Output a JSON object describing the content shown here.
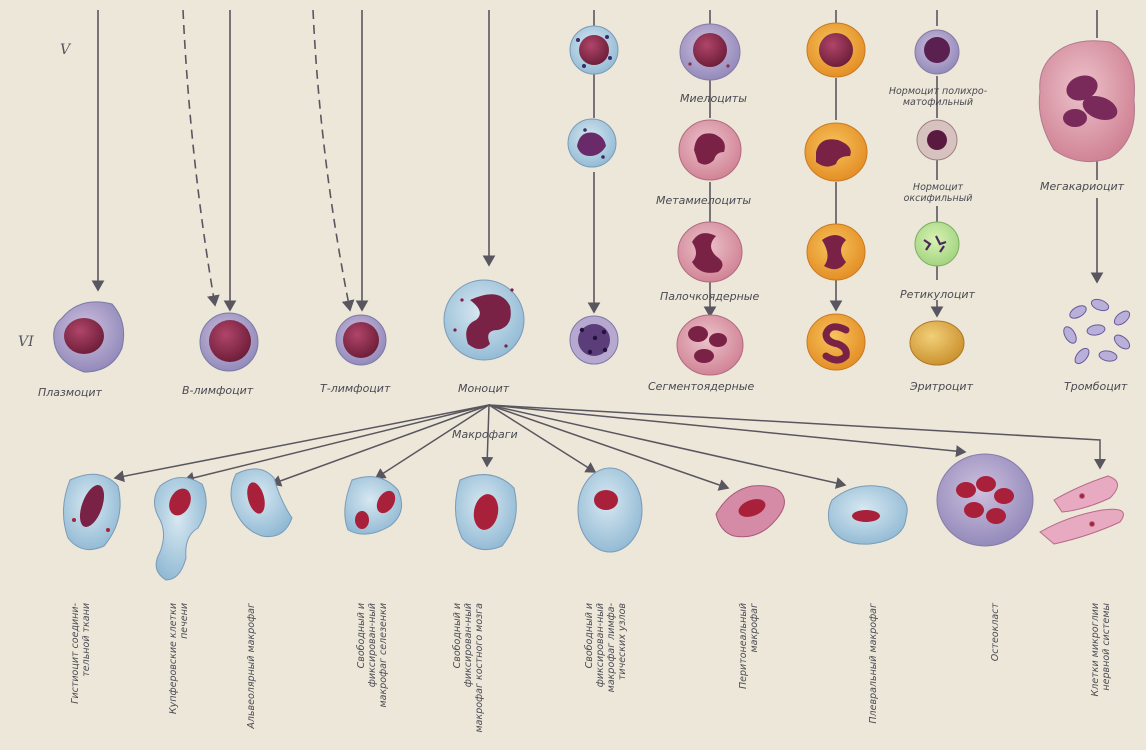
{
  "stages": {
    "v": "V",
    "vi": "VI"
  },
  "mature_cells": {
    "plasmocyte": "Плазмоцит",
    "b_lymphocyte": "В-лимфоцит",
    "t_lymphocyte": "Т-лимфоцит",
    "monocyte": "Моноцит",
    "segmented": "Сегментоядерные",
    "erythrocyte": "Эритроцит",
    "thrombocyte": "Тромбоцит"
  },
  "granulocyte_series": {
    "myelocytes": "Миелоциты",
    "metamyelocytes": "Метамиелоциты",
    "band": "Палочкоядерные"
  },
  "erythroid_series": {
    "polychromatophilic": "Нормоцит полихро-матофильный",
    "oxyphilic": "Нормоцит оксифильный",
    "reticulocyte": "Ретикулоцит"
  },
  "megakaryocyte": "Мегакариоцит",
  "macrophages_label": "Макрофаги",
  "macrophage_types": [
    "Гистиоцит соедини-тельной ткани",
    "Купферовские клетки печени",
    "Альвеолярный макрофаг",
    "Свободный и фиксирован-ный макрофаг селезенки",
    "Свободный и фиксирован-ный макрофаг костного мозга",
    "Свободный и фиксирован-ный макрофаг лимфа-тических узлов",
    "Перитонеальный макрофаг",
    "Плевральный макрофаг",
    "Остеокласт",
    "Клетки микроглии нервной системы"
  ],
  "colors": {
    "background": "#ece7d9",
    "line": "#5a5660",
    "nucleus": "#8e2a4a",
    "light_blue_cytoplasm": "#b9d6e6",
    "orange_cytoplasm": "#f2a73a",
    "pink_cytoplasm": "#e7a3b1"
  }
}
